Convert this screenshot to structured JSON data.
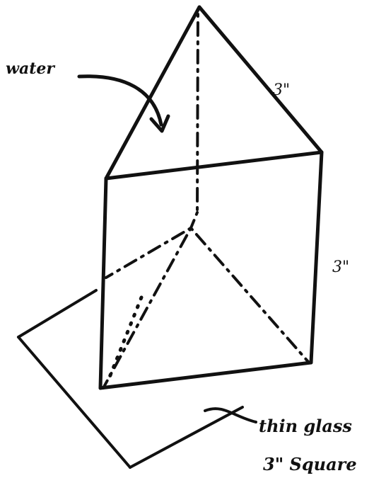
{
  "labels": {
    "water": "water",
    "edge_top": "3\"",
    "edge_side": "3\"",
    "glass_line1": "thin glass",
    "glass_line2": "3\" Square"
  },
  "colors": {
    "ink": "#111111",
    "paper": "#ffffff"
  }
}
